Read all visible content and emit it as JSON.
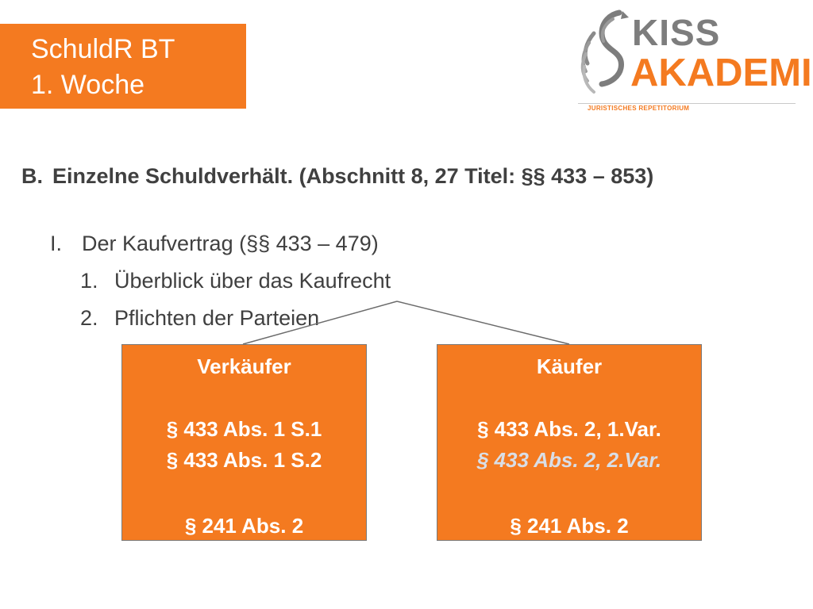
{
  "title": {
    "line1": "SchuldR BT",
    "line2": "1. Woche"
  },
  "logo": {
    "word1": "KISS",
    "word2": "AKADEMIE",
    "tagline": "JURISTISCHES REPETITORIUM",
    "icon": "stylized-bird-s-logo",
    "colors": {
      "orange": "#f47a20",
      "gray": "#7d7d7d"
    }
  },
  "outline": {
    "heading_marker": "B.",
    "heading_text": "Einzelne Schuldverhält. (Abschnitt 8, 27 Titel: §§ 433 – 853)",
    "item1_marker": "I.",
    "item1_text": "Der Kaufvertrag (§§ 433 – 479)",
    "sub1_marker": "1.",
    "sub1_text": "Überblick über das Kaufrecht",
    "sub2_marker": "2.",
    "sub2_text": "Pflichten der Parteien"
  },
  "seller": {
    "title": "Verkäufer",
    "line1": "§ 433 Abs. 1 S.1",
    "line2": "§ 433 Abs. 1 S.2",
    "line3": "§ 241 Abs. 2"
  },
  "buyer": {
    "title": "Käufer",
    "line1": "§ 433 Abs. 2, 1.Var.",
    "line2": "§ 433 Abs. 2, 2.Var.",
    "line3": "§ 241 Abs. 2"
  },
  "colors": {
    "accent": "#f47a20",
    "text": "#404040",
    "italic_text": "#d9dee6"
  }
}
